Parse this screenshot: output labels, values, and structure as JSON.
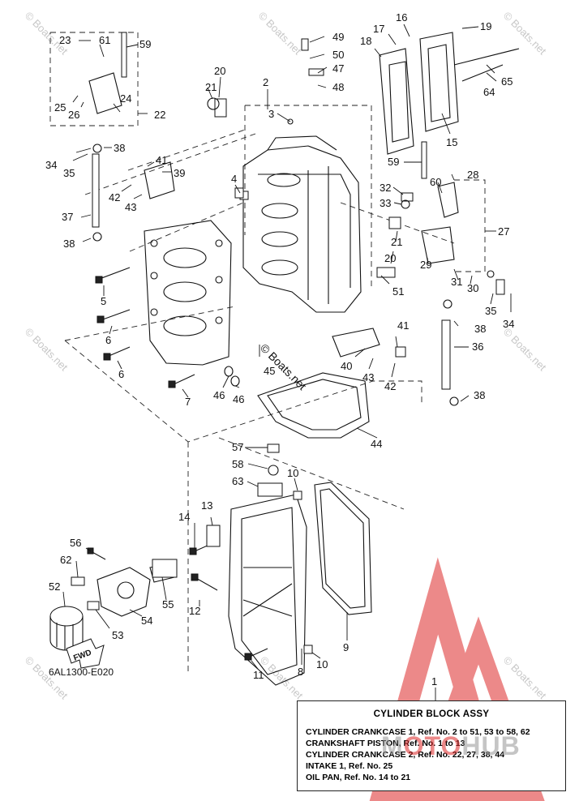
{
  "diagram_code": "6AL1300-E020",
  "fwd_text": "FWD",
  "watermark_text": "© Boats.net",
  "brand_watermark": {
    "part1": "M",
    "part2": "OTO",
    "part3": "HUB"
  },
  "legend": {
    "ref": "1",
    "title": "CYLINDER  BLOCK ASSY",
    "lines": [
      "CYLINDER CRANKCASE 1, Ref. No. 2 to 51, 53 to 58, 62",
      "CRANKSHAFT PISTON,       Ref. No. 1 to 13",
      "CYLINDER CRANKCASE 2, Ref. No. 22, 27, 38, 44",
      "INTAKE 1, Ref. No. 25",
      "OIL PAN,    Ref. No. 14 to 21"
    ]
  },
  "callouts": [
    "1",
    "2",
    "3",
    "4",
    "5",
    "6",
    "6",
    "7",
    "8",
    "9",
    "10",
    "10",
    "11",
    "12",
    "13",
    "14",
    "15",
    "16",
    "17",
    "18",
    "19",
    "20",
    "20",
    "21",
    "21",
    "22",
    "23",
    "24",
    "25",
    "26",
    "27",
    "28",
    "29",
    "30",
    "31",
    "32",
    "33",
    "34",
    "34",
    "35",
    "35",
    "36",
    "37",
    "38",
    "38",
    "38",
    "38",
    "39",
    "40",
    "41",
    "41",
    "42",
    "42",
    "43",
    "43",
    "44",
    "45",
    "46",
    "46",
    "47",
    "48",
    "49",
    "50",
    "51",
    "52",
    "53",
    "54",
    "55",
    "56",
    "57",
    "58",
    "59",
    "59",
    "60",
    "61",
    "62",
    "63",
    "64",
    "65"
  ],
  "colors": {
    "line": "#111111",
    "watermark": "#c8c8c8",
    "brand_red": "#dd2a2a"
  }
}
